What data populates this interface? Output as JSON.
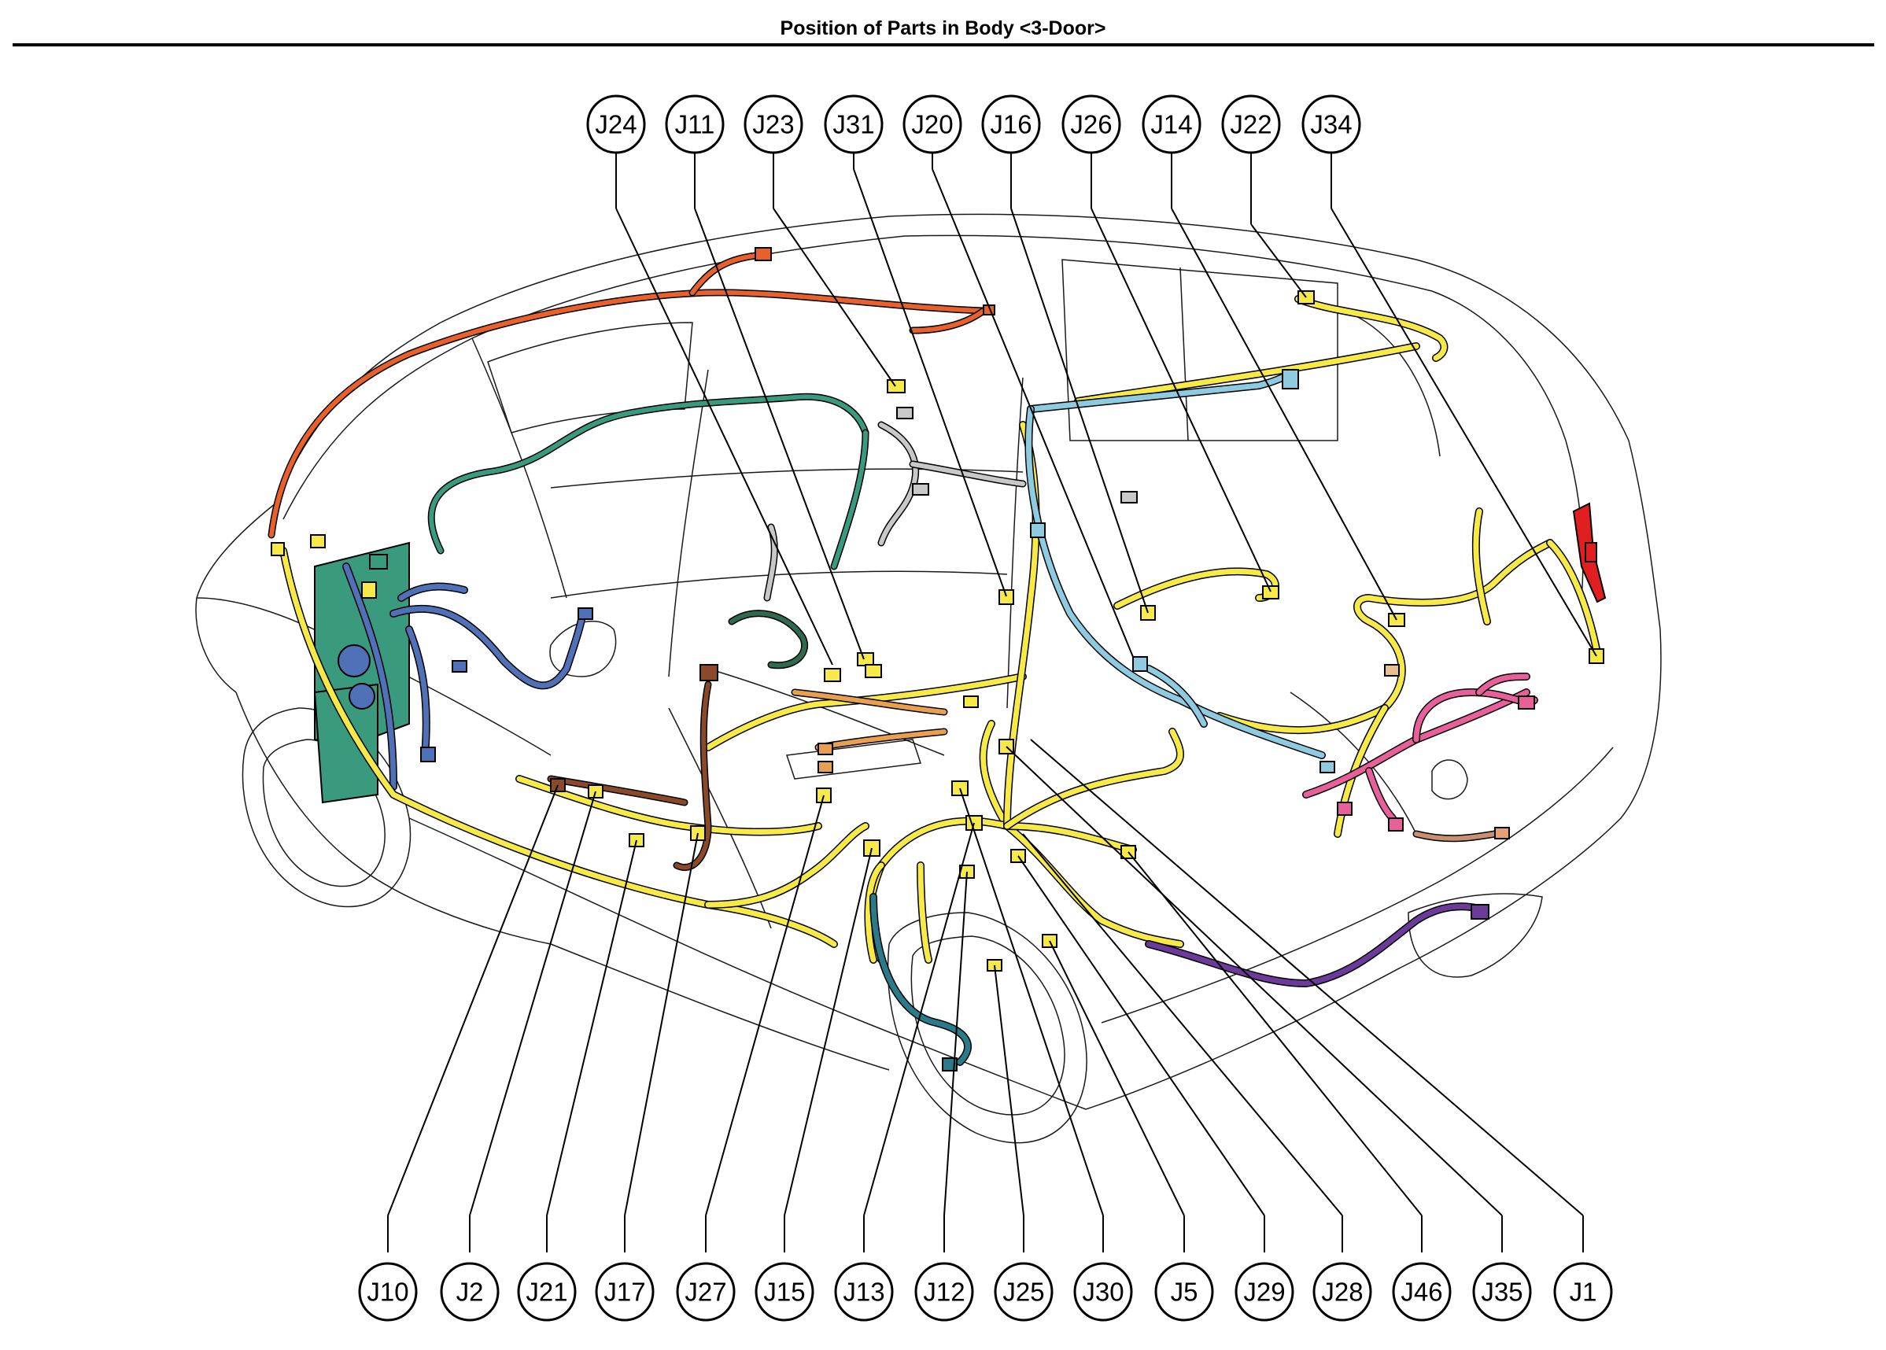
{
  "page_title": "Position of Parts in Body <3-Door>",
  "colors": {
    "yellow": "#f7ea48",
    "orange": "#e8602c",
    "teal": "#3a9a7e",
    "blue": "#5070b8",
    "light_blue": "#8fcbe0",
    "pink": "#e8609a",
    "purple": "#6b3a9a",
    "brown": "#8a4a2a",
    "gray": "#c8c8c8",
    "dark_teal": "#2a7a8a",
    "red": "#e02020"
  },
  "callouts_top": [
    {
      "id": "J24"
    },
    {
      "id": "J11"
    },
    {
      "id": "J23"
    },
    {
      "id": "J31"
    },
    {
      "id": "J20"
    },
    {
      "id": "J16"
    },
    {
      "id": "J26"
    },
    {
      "id": "J14"
    },
    {
      "id": "J22"
    },
    {
      "id": "J34"
    }
  ],
  "callouts_bottom": [
    {
      "id": "J10"
    },
    {
      "id": "J2"
    },
    {
      "id": "J21"
    },
    {
      "id": "J17"
    },
    {
      "id": "J27"
    },
    {
      "id": "J15"
    },
    {
      "id": "J13"
    },
    {
      "id": "J12"
    },
    {
      "id": "J25"
    },
    {
      "id": "J30"
    },
    {
      "id": "J5"
    },
    {
      "id": "J29"
    },
    {
      "id": "J28"
    },
    {
      "id": "J46"
    },
    {
      "id": "J35"
    },
    {
      "id": "J1"
    }
  ]
}
